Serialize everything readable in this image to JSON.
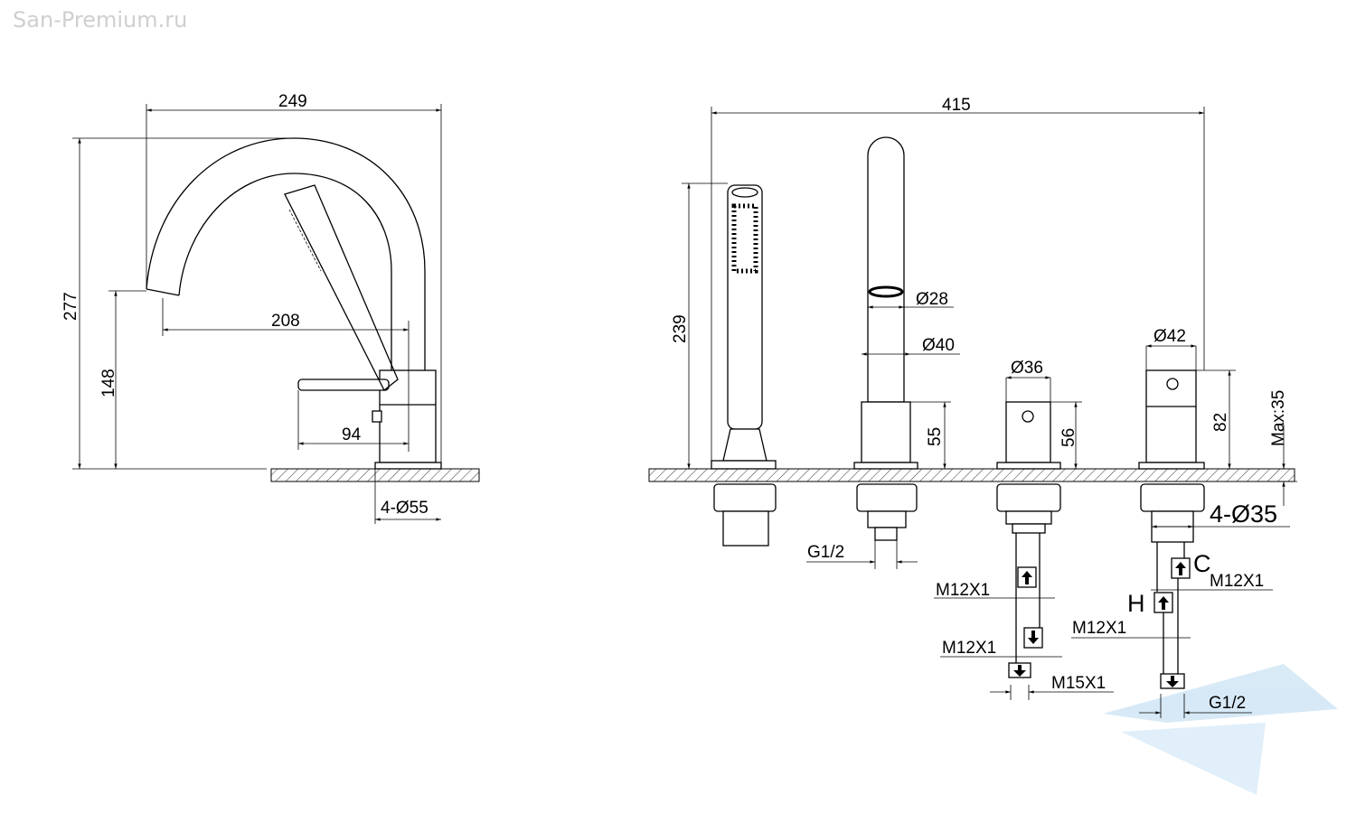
{
  "watermark": "San-Premium.ru",
  "left_view": {
    "width": "249",
    "height": "277",
    "spout_height": "148",
    "spout_reach": "208",
    "lever_length": "94",
    "base_diameter": "4-Ø55"
  },
  "right_view": {
    "total_width": "415",
    "shower_height": "239",
    "spout_tip_diameter": "Ø28",
    "spout_diameter": "Ø40",
    "spout_base_height": "55",
    "valve_diameter": "Ø36",
    "valve_height": "56",
    "mixer_diameter": "Ø42",
    "mixer_height": "82",
    "max_deck": "Max:35",
    "hole_diameter": "4-Ø35",
    "shower_thread": "G1/2",
    "valve_thread_1": "M12X1",
    "valve_thread_2": "M12X1",
    "valve_outlet": "M15X1",
    "cold_label": "C",
    "cold_thread": "M12X1",
    "hot_label": "H",
    "hot_thread": "M12X1",
    "mixer_outlet": "G1/2"
  }
}
